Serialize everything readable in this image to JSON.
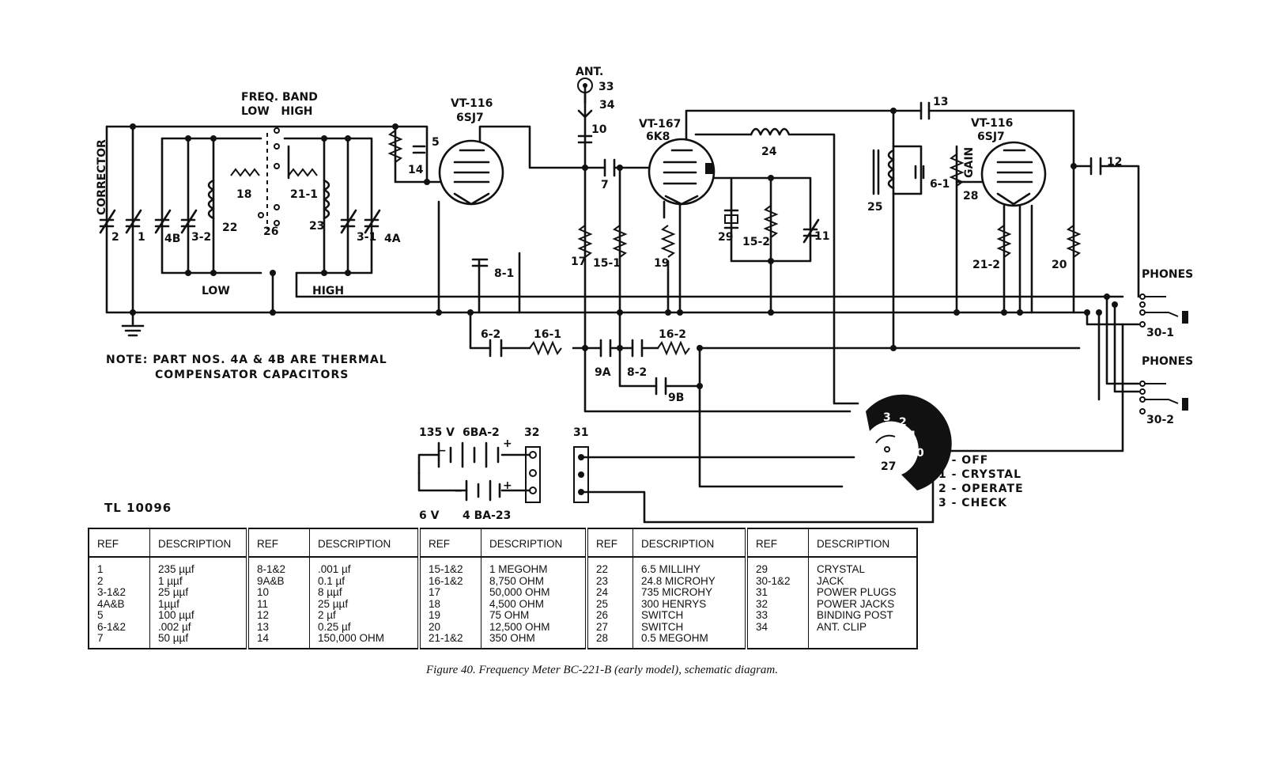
{
  "labels": {
    "corrector": "CORRECTOR",
    "freq_band": "FREQ. BAND",
    "low_high_header": "LOW   HIGH",
    "low": "LOW",
    "high": "HIGH",
    "ant": "ANT.",
    "tube1_type": "VT-116",
    "tube1_base": "6SJ7",
    "tube2_type": "VT-167",
    "tube2_base": "6K8",
    "tube3_type": "VT-116",
    "tube3_base": "6SJ7",
    "gain": "GAIN",
    "phones_1": "PHONES",
    "phones_2": "PHONES",
    "jack_1": "30-1",
    "jack_2": "30-2",
    "bat_high_v": "135 V",
    "bat_high_type": "6BA-2",
    "bat_low_v": "6 V",
    "bat_low_type": "4 BA-23",
    "plus": "+",
    "minus": "−"
  },
  "components": {
    "c2": "2",
    "c1": "1",
    "c4b": "4B",
    "c3_2": "3-2",
    "c22": "22",
    "c18": "18",
    "c26": "26",
    "c21_1": "21-1",
    "c23": "23",
    "c3_1": "3-1",
    "c4a": "4A",
    "c14": "14",
    "c5": "5",
    "c33": "33",
    "c34": "34",
    "c10": "10",
    "c7": "7",
    "c17": "17",
    "c15_1": "15-1",
    "c19": "19",
    "c24": "24",
    "c29": "29",
    "c15_2": "15-2",
    "c11": "11",
    "c8_1": "8-1",
    "c6_2": "6-2",
    "c16_1": "16-1",
    "c16_2": "16-2",
    "c9a": "9A",
    "c8_2": "8-2",
    "c9b": "9B",
    "c13": "13",
    "c25": "25",
    "c6_1": "6-1",
    "c28": "28",
    "c12": "12",
    "c21_2": "21-2",
    "c20": "20",
    "c31": "31",
    "c32": "32",
    "c27": "27",
    "sw_0": "0",
    "sw_1": "1",
    "sw_2": "2",
    "sw_3": "3"
  },
  "note": {
    "line1": "NOTE:  PART NOS. 4A & 4B ARE THERMAL",
    "line2": "COMPENSATOR CAPACITORS"
  },
  "switch_legend": [
    "0 - OFF",
    "1 - CRYSTAL",
    "2 - OPERATE",
    "3 - CHECK"
  ],
  "drawing_number": "TL 10096",
  "parts_table": {
    "header_ref": "REF",
    "header_desc": "DESCRIPTION",
    "groups": [
      {
        "refs": [
          "1",
          "2",
          "3-1&2",
          "4A&B",
          "5",
          "6-1&2",
          "7"
        ],
        "descs": [
          "235 µµf",
          "1 µµf",
          "25 µµf",
          "1µµf",
          "100 µµf",
          ".002 µf",
          "50 µµf"
        ]
      },
      {
        "refs": [
          "8-1&2",
          "9A&B",
          "10",
          "11",
          "12",
          "13",
          "14"
        ],
        "descs": [
          ".001 µf",
          "0.1 µf",
          "8 µµf",
          "25 µµf",
          "2 µf",
          "0.25 µf",
          "150,000 OHM"
        ]
      },
      {
        "refs": [
          "15-1&2",
          "16-1&2",
          "17",
          "18",
          "19",
          "20",
          "21-1&2"
        ],
        "descs": [
          "1 MEGOHM",
          "8,750 OHM",
          "50,000 OHM",
          "4,500 OHM",
          "75 OHM",
          "12,500 OHM",
          "350 OHM"
        ]
      },
      {
        "refs": [
          "22",
          "23",
          "24",
          "25",
          "26",
          "27",
          "28"
        ],
        "descs": [
          "6.5 MILLIHY",
          "24.8 MICROHY",
          "735 MICROHY",
          "300 HENRYS",
          "SWITCH",
          "SWITCH",
          "0.5 MEGOHM"
        ]
      },
      {
        "refs": [
          "29",
          "30-1&2",
          "31",
          "32",
          "33",
          "34"
        ],
        "descs": [
          "CRYSTAL",
          "JACK",
          "POWER PLUGS",
          "POWER JACKS",
          "BINDING POST",
          "ANT. CLIP"
        ]
      }
    ]
  },
  "caption": "Figure 40.   Frequency Meter BC-221-B (early model), schematic diagram."
}
